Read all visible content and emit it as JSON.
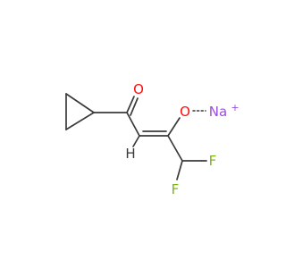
{
  "molecule": {
    "atoms": {
      "O_ketone": "O",
      "H_vinyl": "H",
      "O_enolate": "O",
      "Na": "Na",
      "Na_charge": "+",
      "F_upper": "F",
      "F_lower": "F"
    },
    "colors": {
      "bond": "#3a3a3a",
      "oxygen": "#ff0d0d",
      "hydrogen": "#3a3a3a",
      "fluorine": "#7cb518",
      "sodium": "#9a4de0"
    }
  }
}
